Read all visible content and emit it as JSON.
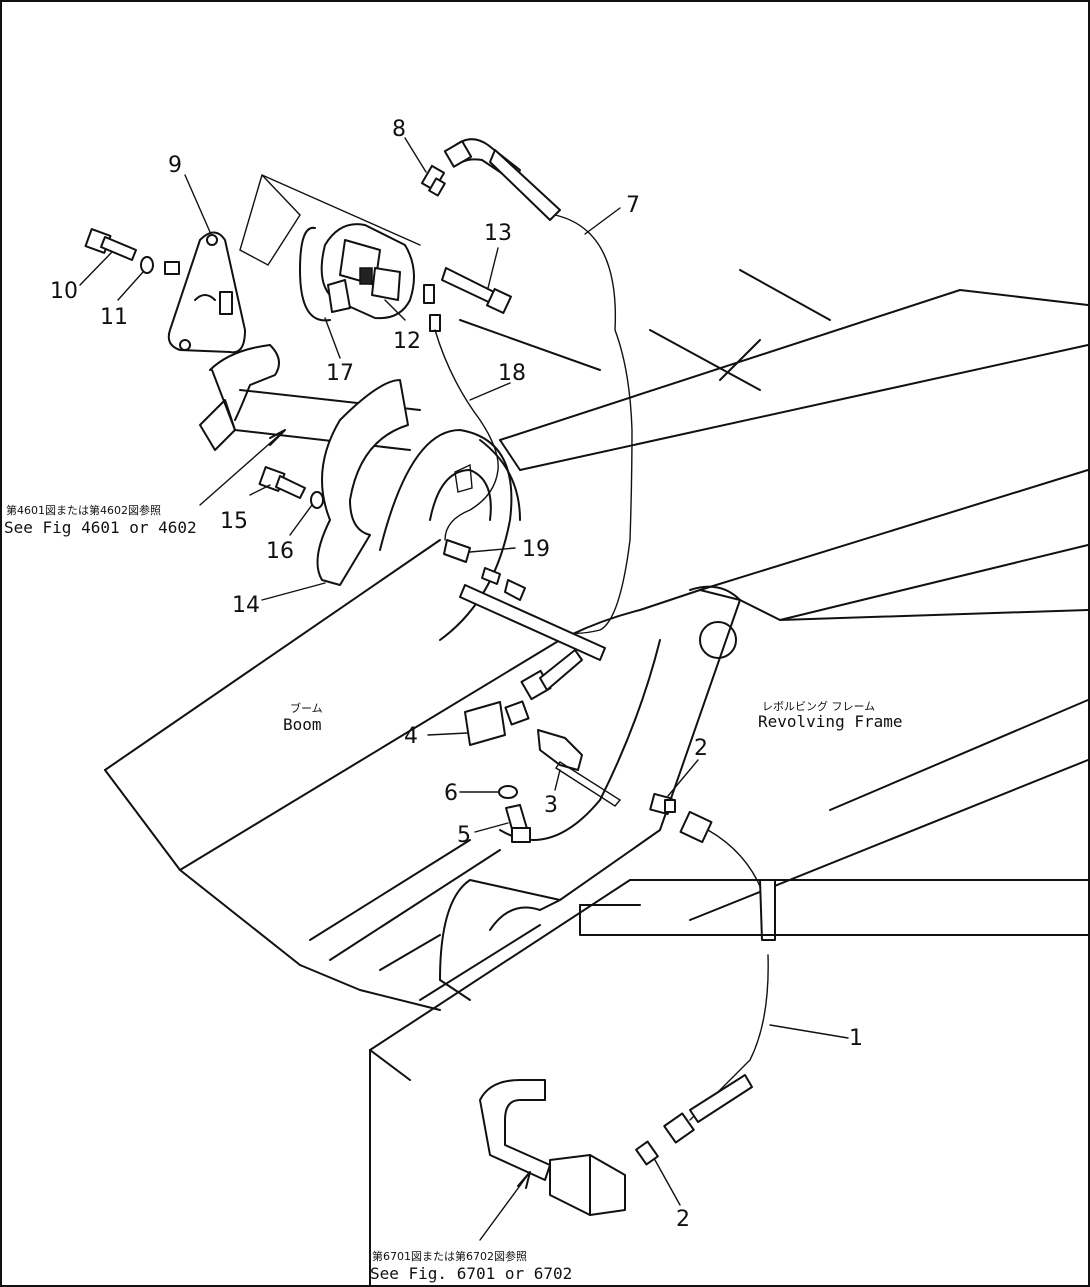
{
  "callouts": {
    "c1": "1",
    "c2a": "2",
    "c2b": "2",
    "c3": "3",
    "c4": "4",
    "c5": "5",
    "c6": "6",
    "c7": "7",
    "c8": "8",
    "c9": "9",
    "c10": "10",
    "c11": "11",
    "c12": "12",
    "c13": "13",
    "c14": "14",
    "c15": "15",
    "c16": "16",
    "c17": "17",
    "c18": "18",
    "c19": "19"
  },
  "labels": {
    "boom_jp": "ブーム",
    "boom_en": "Boom",
    "frame_jp": "レボルビング フレーム",
    "frame_en": "Revolving Frame"
  },
  "references": {
    "upper_jp": "第4601図または第4602図参照",
    "upper_en": "See Fig 4601 or 4602",
    "lower_jp": "第6701図または第6702図参照",
    "lower_en": "See Fig. 6701 or 6702"
  }
}
